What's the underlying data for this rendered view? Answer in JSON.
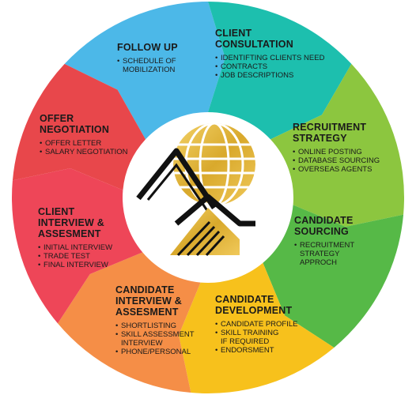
{
  "colors": {
    "follow_up": "#4cb8e8",
    "client_consultation": "#1dbfae",
    "recruitment_strategy": "#8cc63f",
    "candidate_sourcing": "#56b947",
    "candidate_development": "#f7c11c",
    "candidate_interview": "#f58e47",
    "client_interview": "#ee4658",
    "offer_negotiation": "#e8474b",
    "logo_gold": "#e0b53a",
    "logo_black": "#111111"
  },
  "segments": [
    {
      "key": "follow_up",
      "title": [
        "FOLLOW UP"
      ],
      "items": [
        "SCHEDULE OF MOBILIZATION"
      ]
    },
    {
      "key": "client_consultation",
      "title": [
        "CLIENT",
        "CONSULTATION"
      ],
      "items": [
        "IDENTIFTING CLIENTS NEED",
        "CONTRACTS",
        "JOB DESCRIPTIONS"
      ]
    },
    {
      "key": "recruitment_strategy",
      "title": [
        "RECRUITMENT",
        "STRATEGY"
      ],
      "items": [
        "ONLINE POSTING",
        "DATABASE SOURCING",
        "OVERSEAS AGENTS"
      ]
    },
    {
      "key": "candidate_sourcing",
      "title": [
        "CANDIDATE",
        "SOURCING"
      ],
      "items": [
        "RECRUITMENT STRATEGY APPROCH"
      ]
    },
    {
      "key": "candidate_development",
      "title": [
        "CANDIDATE",
        "DEVELOPMENT"
      ],
      "items": [
        "CANDIDATE PROFILE",
        "SKILL TRAINING IF REQUIRED",
        "ENDORSMENT"
      ]
    },
    {
      "key": "candidate_interview",
      "title": [
        "CANDIDATE",
        "INTERVIEW &",
        "ASSESMENT"
      ],
      "items": [
        "SHORTLISTING",
        "SKILL ASSESSMENT INTERVIEW",
        "PHONE/PERSONAL"
      ]
    },
    {
      "key": "client_interview",
      "title": [
        "CLIENT",
        "INTERVIEW &",
        "ASSESMENT"
      ],
      "items": [
        "INITIAL INTERVIEW",
        "TRADE TEST",
        "FINAL INTERVIEW"
      ]
    },
    {
      "key": "offer_negotiation",
      "title": [
        "OFFER",
        "NEGOTIATION"
      ],
      "items": [
        "OFFER LETTER",
        "SALARY NEGOTIATION"
      ]
    }
  ]
}
